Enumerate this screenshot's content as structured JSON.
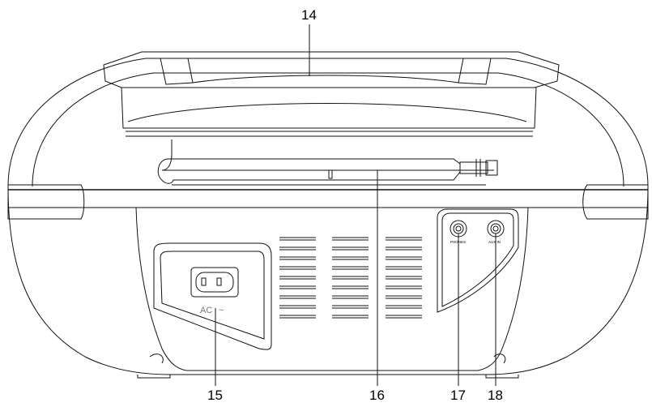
{
  "diagram": {
    "description_visible": "",
    "callouts": {
      "handle": "14",
      "ac_socket": "15",
      "antenna": "16",
      "phones_jack": "17",
      "aux_jack": "18"
    },
    "panel_labels": {
      "ac": "AC",
      "ac_symbol": "~",
      "phones": "PHONES",
      "aux_in": "AUX IN"
    }
  }
}
